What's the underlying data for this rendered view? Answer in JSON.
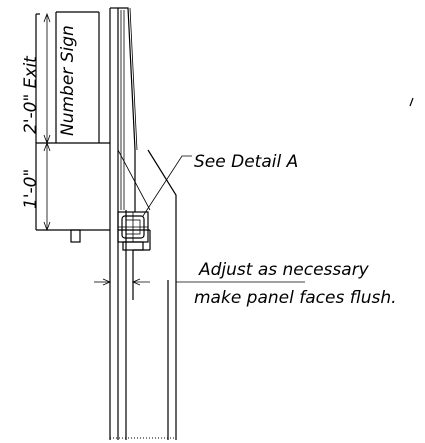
{
  "labels": {
    "dim_exit": "2'-0\" Exit",
    "dim_lower": "1'-0\"",
    "number_sign": "Number Sign",
    "see_detail": "See Detail A",
    "adjust_line1": "Adjust as necessary",
    "adjust_line2": "make panel faces flush."
  }
}
